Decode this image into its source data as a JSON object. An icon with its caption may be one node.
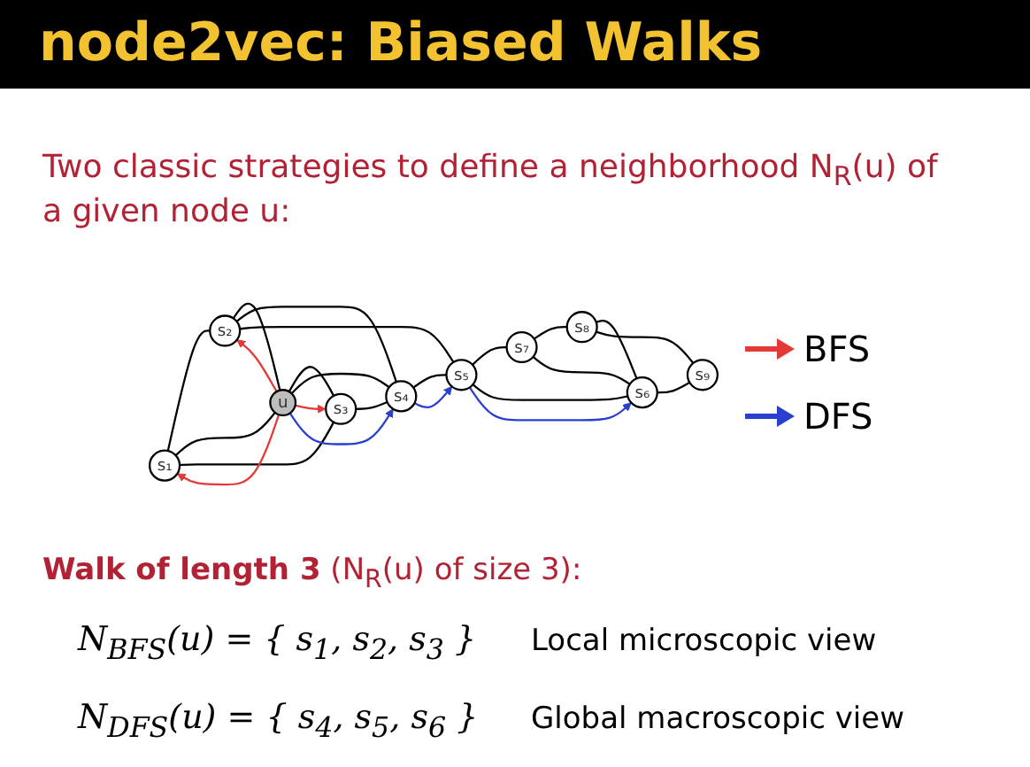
{
  "diagram": {
    "title": "node2vec: Biased Walks",
    "nodes": [
      {
        "text": [
          "s₁"
        ]
      },
      {
        "text": [
          "s₂"
        ]
      },
      {
        "text": [
          "s₇"
        ]
      },
      {
        "text": [
          "s₈"
        ]
      },
      {
        "text": [
          "u"
        ]
      },
      {
        "text": [
          "s₆"
        ]
      },
      {
        "text": [
          "s₃"
        ]
      },
      {
        "text": [
          "s₄"
        ]
      },
      {
        "text": [
          "s₅"
        ]
      },
      {
        "text": [
          "s₉"
        ]
      }
    ],
    "edges": [
      {
        "from": 0,
        "to": 1,
        "arrow": "none"
      },
      {
        "from": 0,
        "to": 4,
        "arrow": "none"
      },
      {
        "from": 0,
        "to": 6,
        "arrow": "none"
      },
      {
        "from": 1,
        "to": 4,
        "arrow": "none"
      },
      {
        "from": 1,
        "to": 7,
        "arrow": "none"
      },
      {
        "from": 1,
        "to": 8,
        "arrow": "none"
      },
      {
        "from": 4,
        "to": 6,
        "arrow": "none"
      },
      {
        "from": 4,
        "to": 7,
        "arrow": "none"
      },
      {
        "from": 6,
        "to": 7,
        "arrow": "none"
      },
      {
        "from": 7,
        "to": 8,
        "arrow": "none"
      },
      {
        "from": 8,
        "to": 2,
        "arrow": "none"
      },
      {
        "from": 8,
        "to": 5,
        "arrow": "none"
      },
      {
        "from": 2,
        "to": 3,
        "arrow": "none"
      },
      {
        "from": 2,
        "to": 5,
        "arrow": "none"
      },
      {
        "from": 3,
        "to": 5,
        "arrow": "none"
      },
      {
        "from": 3,
        "to": 9,
        "arrow": "none"
      },
      {
        "from": 5,
        "to": 9,
        "arrow": "none"
      },
      {
        "from": 4,
        "to": 0,
        "arrow": "to",
        "color": "#e53935"
      },
      {
        "from": 4,
        "to": 1,
        "arrow": "to",
        "color": "#e53935"
      },
      {
        "from": 4,
        "to": 6,
        "arrow": "to",
        "color": "#e53935"
      },
      {
        "from": 4,
        "to": 7,
        "arrow": "to",
        "color": "#2a3fcf"
      },
      {
        "from": 7,
        "to": 8,
        "arrow": "to",
        "color": "#2a3fcf"
      },
      {
        "from": 8,
        "to": 5,
        "arrow": "to",
        "color": "#2a3fcf"
      }
    ],
    "labels": [
      "Two classic strategies to define a neighborhood N$_{R}$(u) of a given node u:",
      "**Walk of length 3** (N$_{R}$(u) of size 3):",
      "N$_{BFS}$(u) = { s$_{1}$, s$_{2}$, s$_{3}$ }",
      "Local microscopic view",
      "N$_{DFS}$(u) = { s$_{4}$, s$_{5}$, s$_{6}$ }",
      "Global macroscopic view"
    ],
    "legend": [
      {
        "text": "BFS"
      },
      {
        "text": "DFS"
      }
    ]
  }
}
